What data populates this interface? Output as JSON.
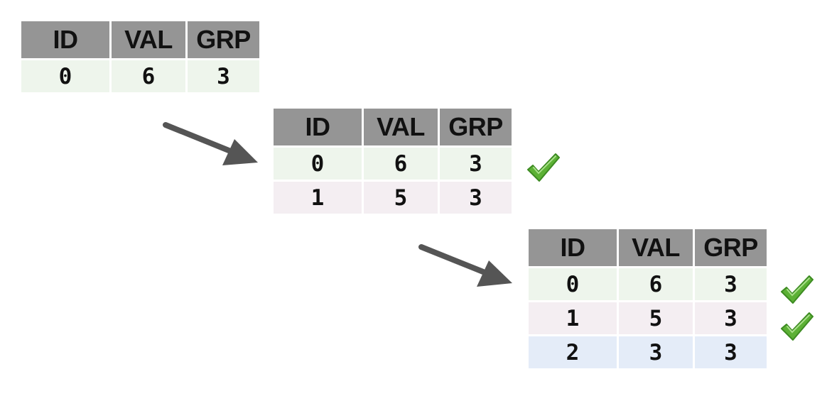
{
  "headers": [
    "ID",
    "VAL",
    "GRP"
  ],
  "colors": {
    "header_bg": "#959595",
    "row_0_bg": "#eef5ec",
    "row_1_bg": "#f4eef2",
    "row_2_bg": "#e4ecf8",
    "arrow": "#555555",
    "check": "#5cb135"
  },
  "icons": {
    "arrow": "arrow-down-right-icon",
    "check": "checkmark-icon"
  },
  "tables": [
    {
      "rows": [
        {
          "id": "0",
          "val": "6",
          "grp": "3",
          "checked": false
        }
      ]
    },
    {
      "rows": [
        {
          "id": "0",
          "val": "6",
          "grp": "3",
          "checked": true
        },
        {
          "id": "1",
          "val": "5",
          "grp": "3",
          "checked": false
        }
      ]
    },
    {
      "rows": [
        {
          "id": "0",
          "val": "6",
          "grp": "3",
          "checked": true
        },
        {
          "id": "1",
          "val": "5",
          "grp": "3",
          "checked": true
        },
        {
          "id": "2",
          "val": "3",
          "grp": "3",
          "checked": false
        }
      ]
    }
  ]
}
